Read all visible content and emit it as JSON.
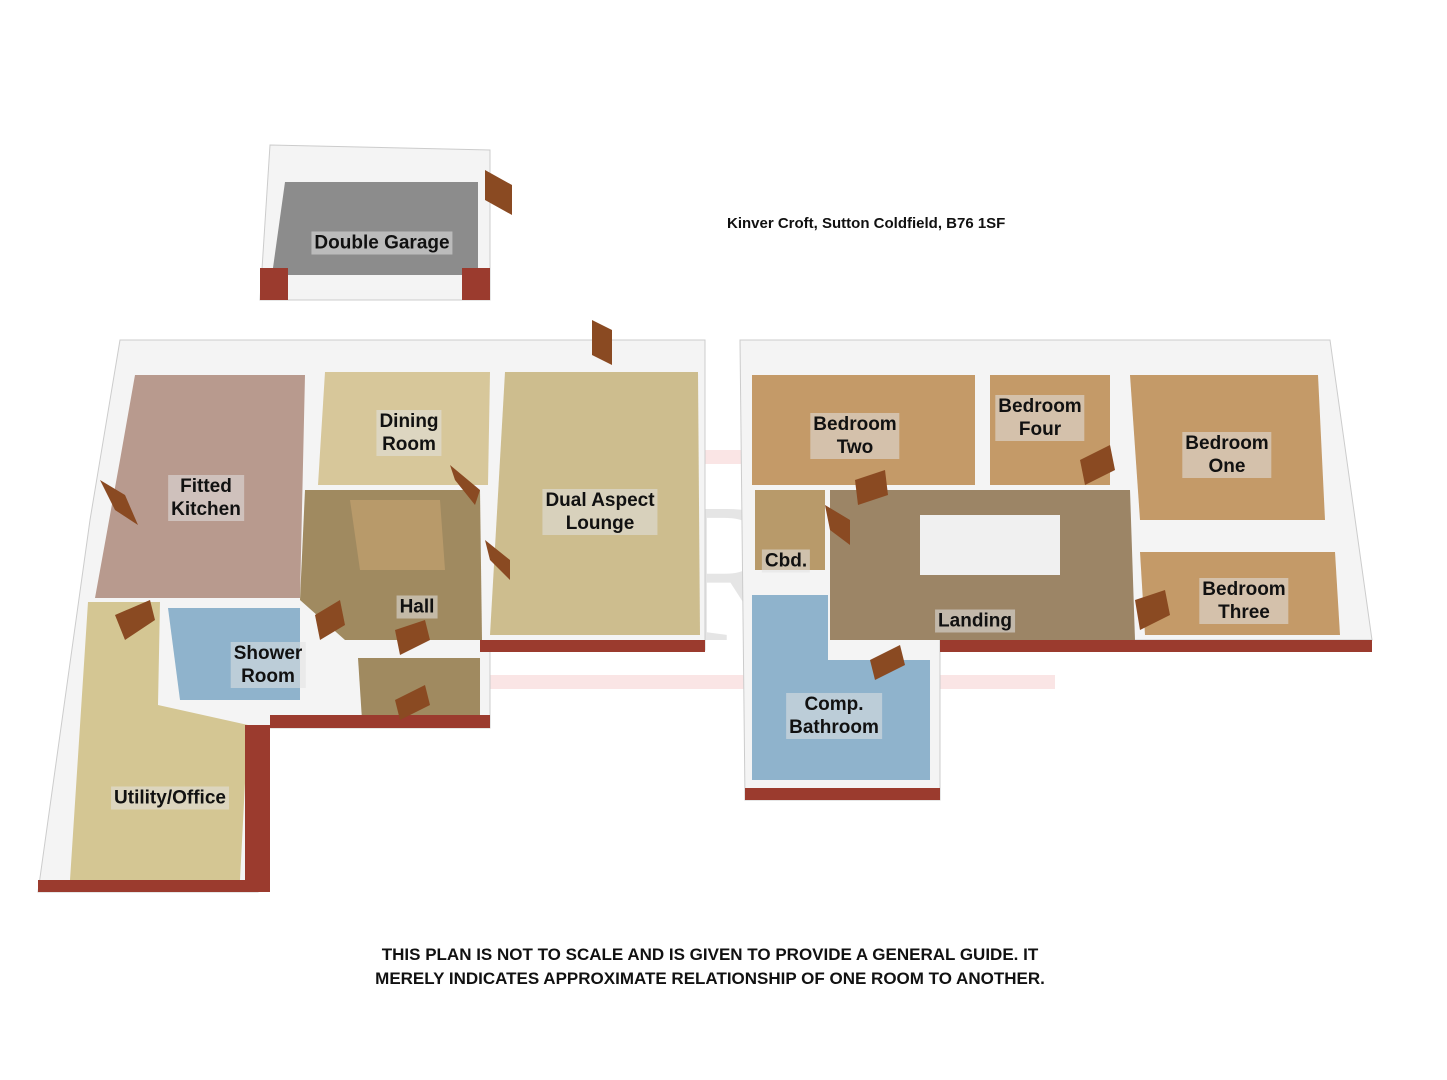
{
  "address": "Kinver Croft, Sutton Coldfield, B76 1SF",
  "disclaimer": "THIS PLAN IS NOT TO SCALE AND IS GIVEN TO PROVIDE A GENERAL GUIDE. IT MERELY INDICATES APPROXIMATE RELATIONSHIP OF ONE ROOM TO ANOTHER.",
  "watermark": "ACRES",
  "rooms": {
    "garage": "Double Garage",
    "kitchen": "Fitted\nKitchen",
    "dining": "Dining\nRoom",
    "lounge": "Dual Aspect\nLounge",
    "hall": "Hall",
    "shower": "Shower\nRoom",
    "utility": "Utility/Office",
    "bed_two": "Bedroom\nTwo",
    "bed_four": "Bedroom\nFour",
    "bed_one": "Bedroom\nOne",
    "bed_three": "Bedroom\nThree",
    "cbd": "Cbd.",
    "landing": "Landing",
    "bathroom": "Comp.\nBathroom"
  },
  "colors": {
    "wall": "#f4f4f4",
    "brick": "#9b3b2e",
    "carpet_beige": "#d6c794",
    "carpet_brown": "#c49a68",
    "tile_blue": "#8fb3cc",
    "kitchen_floor": "#b89a8e",
    "garage_floor": "#8c8c8c",
    "door": "#8a4a22"
  }
}
